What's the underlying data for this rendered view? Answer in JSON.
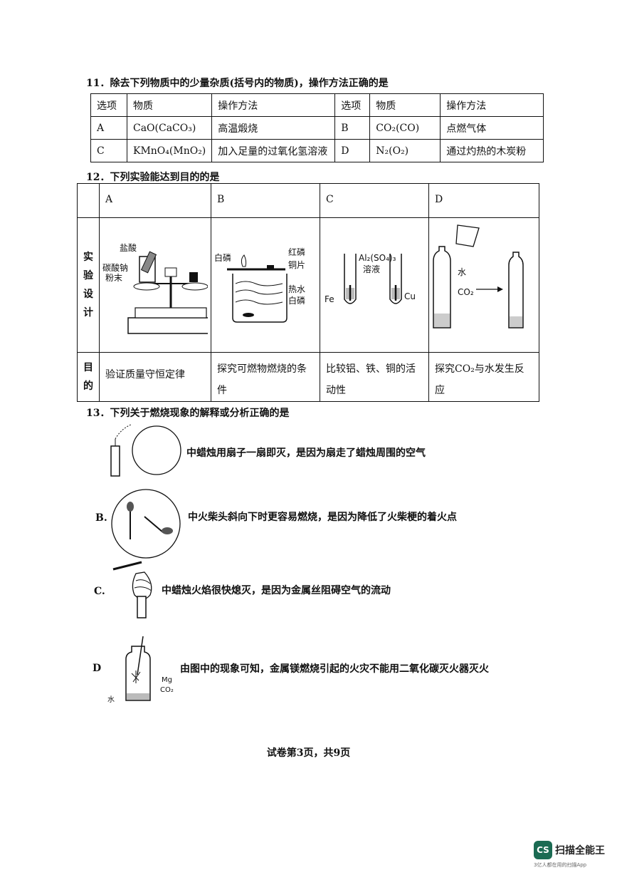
{
  "q11": {
    "title": "11．除去下列物质中的少量杂质(括号内的物质)，操作方法正确的是",
    "headers": [
      "选项",
      "物质",
      "操作方法",
      "选项",
      "物质",
      "操作方法"
    ],
    "rows": [
      [
        "A",
        "CaO(CaCO₃)",
        "高温煅烧",
        "B",
        "CO₂(CO)",
        "点燃气体"
      ],
      [
        "C",
        "KMnO₄(MnO₂)",
        "加入足量的过氧化氢溶液",
        "D",
        "N₂(O₂)",
        "通过灼热的木炭粉"
      ]
    ]
  },
  "q12": {
    "title": "12．下列实验能达到目的的是",
    "options": [
      "A",
      "B",
      "C",
      "D"
    ],
    "row_label_design": "实验设计",
    "row_label_purpose": "目的",
    "purposes": [
      "验证质量守恒定律",
      "探究可燃物燃烧的条件",
      "比较铝、铁、铜的活动性",
      "探究CO₂与水发生反应"
    ],
    "fig_labels": {
      "a_acid": "盐酸",
      "a_powder_1": "碳酸钠",
      "a_powder_2": "粉末",
      "b_white_p": "白磷",
      "b_red_p": "红磷",
      "b_copper": "铜片",
      "b_hot_water": "热水",
      "b_white_p2": "白磷",
      "c_solution_1": "Al₂(SO₄)₃",
      "c_solution_2": "溶液",
      "c_fe": "Fe",
      "c_cu": "Cu",
      "d_water": "水",
      "d_co2": "CO₂"
    }
  },
  "q13": {
    "title": "13．下列关于燃烧现象的解释或分析正确的是",
    "options": [
      {
        "letter": "",
        "text": "中蜡烛用扇子一扇即灭，是因为扇走了蜡烛周围的空气"
      },
      {
        "letter": "B.",
        "text": "中火柴头斜向下时更容易燃烧，是因为降低了火柴梗的着火点"
      },
      {
        "letter": "C.",
        "text": "中蜡烛火焰很快熄灭，是因为金属丝阻碍空气的流动"
      },
      {
        "letter": "D",
        "text": "由图中的现象可知，金属镁燃烧引起的火灾不能用二氧化碳灭火器灭火"
      }
    ],
    "fig_labels": {
      "mg": "Mg",
      "co2": "CO₂",
      "water": "水"
    }
  },
  "footer": "试卷第3页，共9页",
  "brand": {
    "logo": "CS",
    "name": "扫描全能王",
    "tagline": "3亿人都在用的扫描App"
  }
}
